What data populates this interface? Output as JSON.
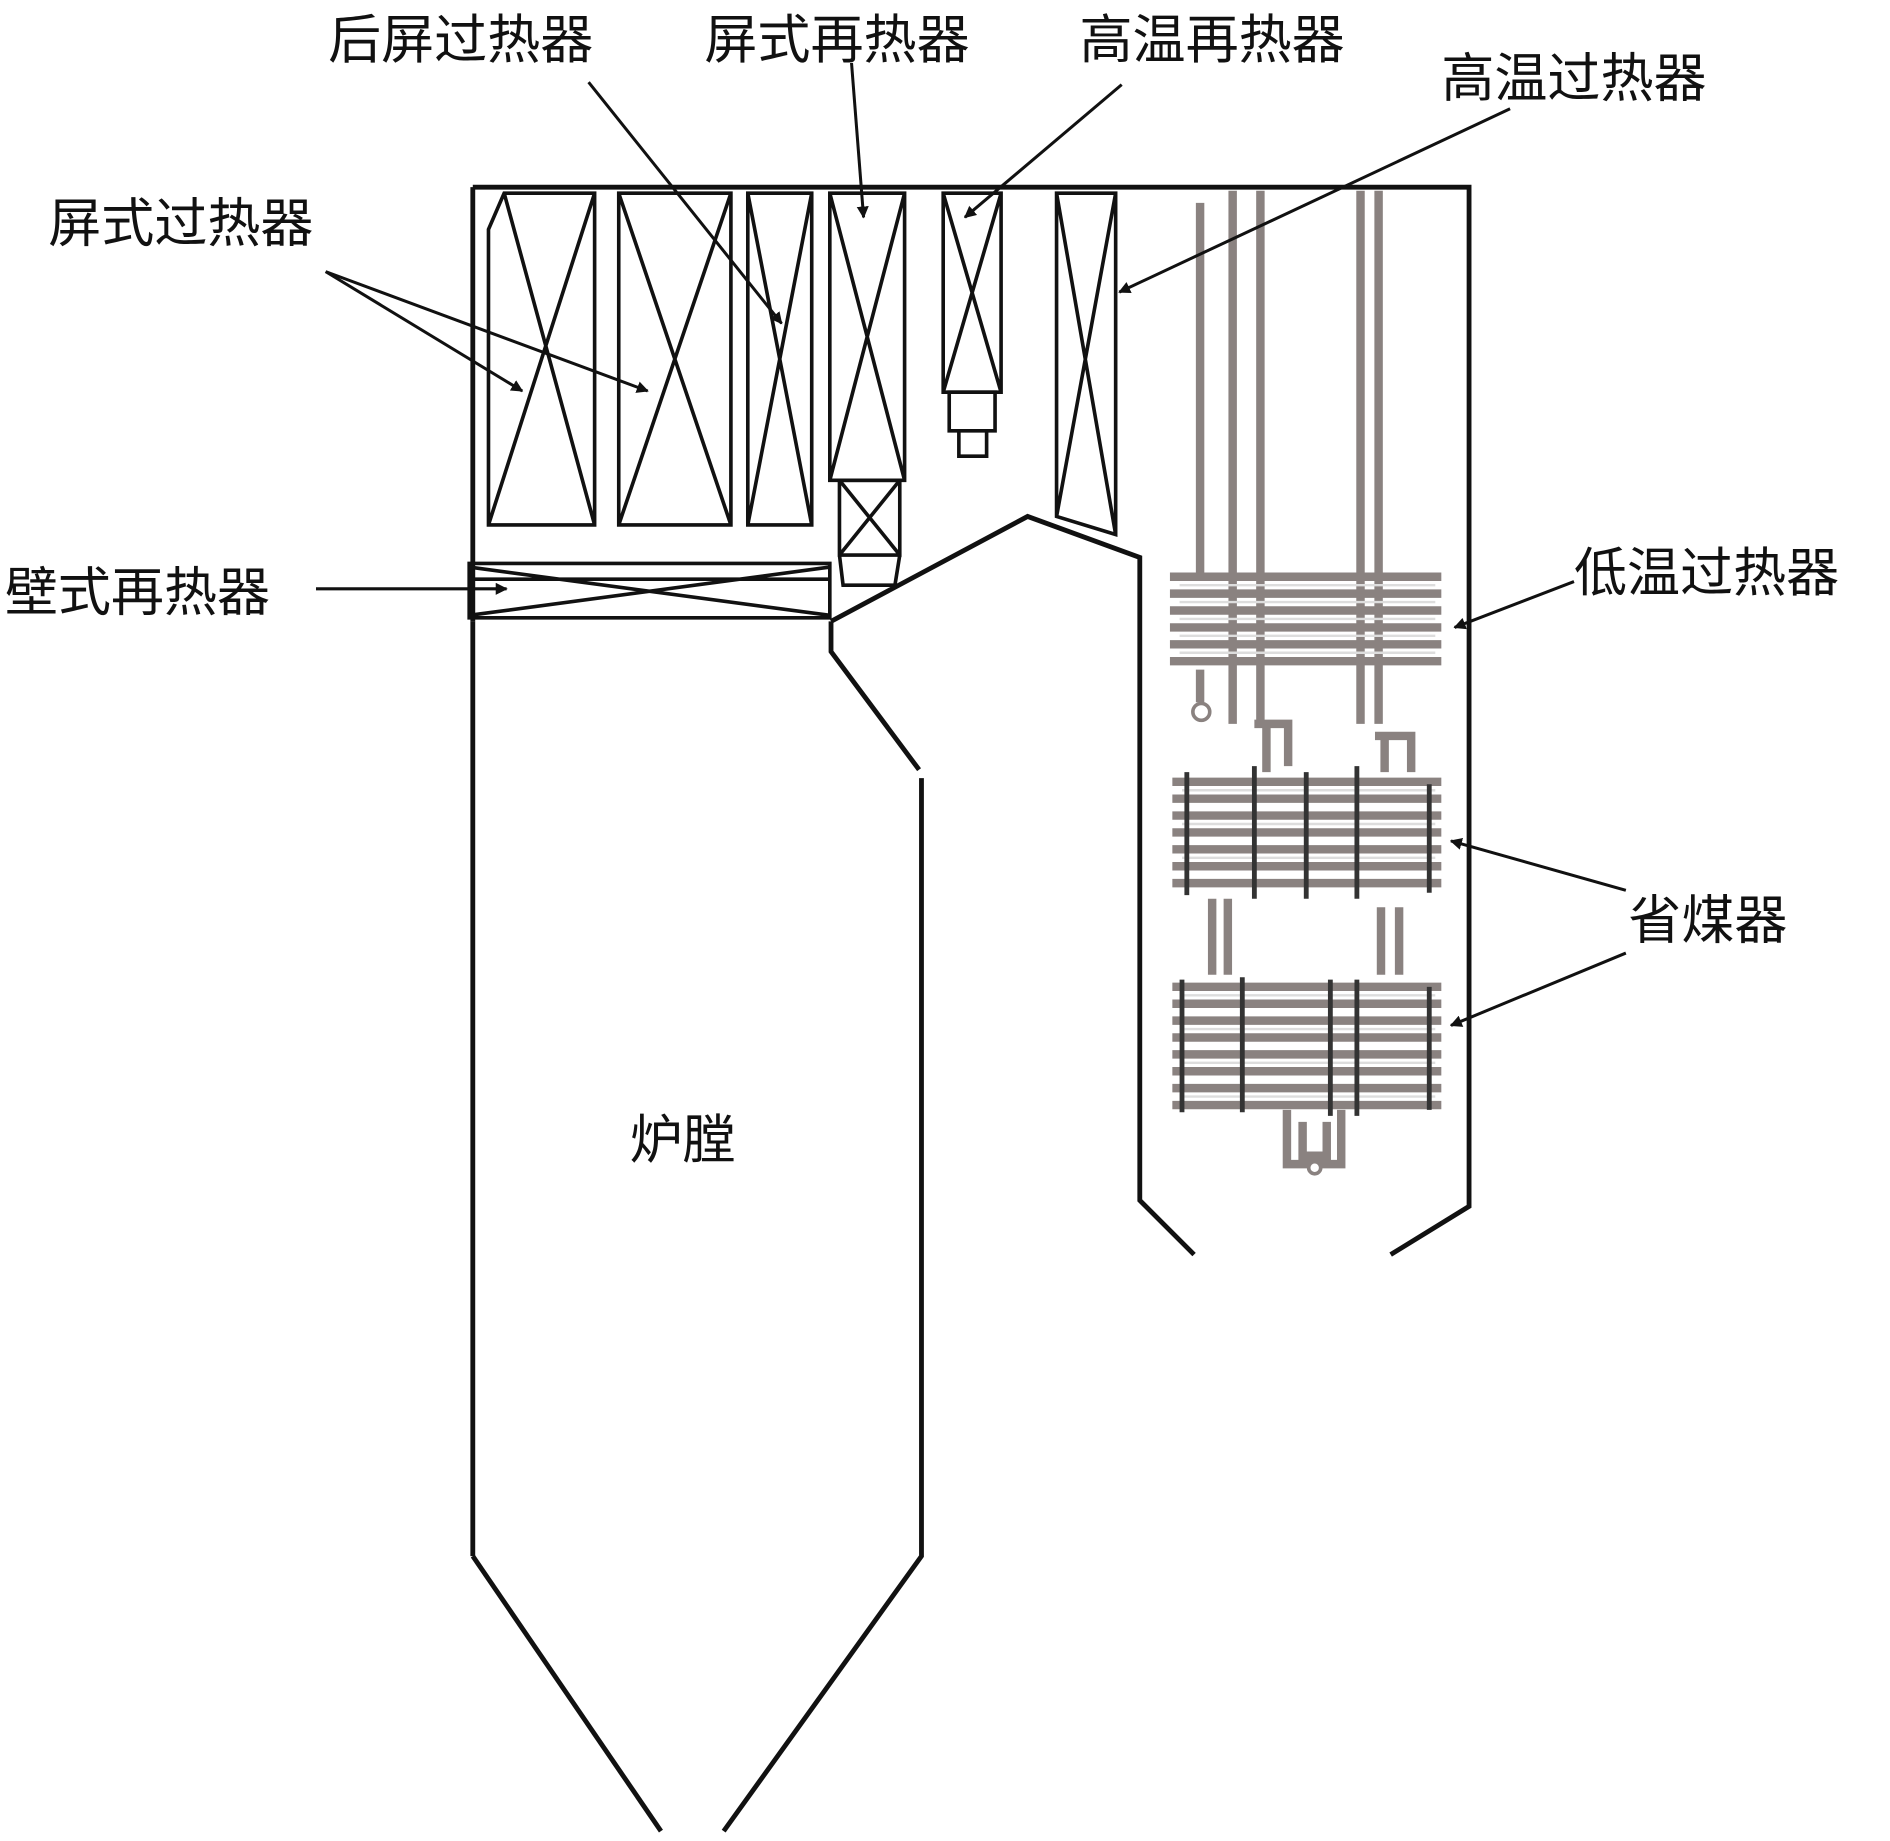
{
  "labels": {
    "rear_platen_superheater": "后屏过热器",
    "platen_reheater": "屏式再热器",
    "high_temp_reheater": "高温再热器",
    "high_temp_superheater": "高温过热器",
    "platen_superheater": "屏式过热器",
    "wall_reheater": "壁式再热器",
    "low_temp_superheater": "低温过热器",
    "economizer": "省煤器",
    "furnace": "炉膛"
  }
}
